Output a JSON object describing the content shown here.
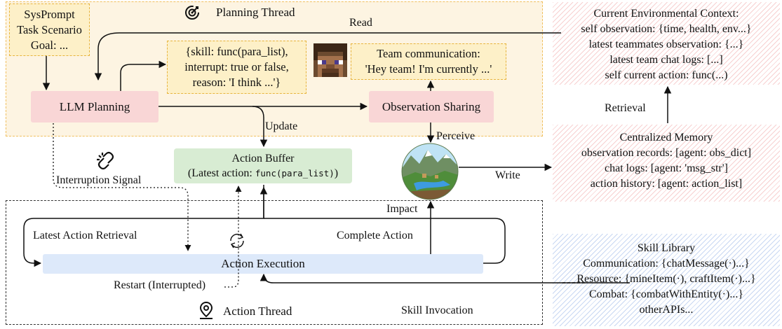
{
  "planning_thread": {
    "title": "Planning Thread",
    "icon": "target-refresh-icon"
  },
  "action_thread": {
    "title": "Action Thread",
    "icon": "location-pin-icon"
  },
  "sysprompt": {
    "lines": [
      "SysPrompt",
      "Task Scenario",
      "Goal: ..."
    ]
  },
  "decision": {
    "lines": [
      "{skill: func(para_list),",
      "interrupt: true or false,",
      "reason: 'I think ...'}"
    ]
  },
  "team_comm": {
    "lines": [
      "Team communication:",
      "'Hey team! I'm currently ...'"
    ]
  },
  "llm_planning": {
    "label": "LLM Planning"
  },
  "obs_sharing": {
    "label": "Observation Sharing"
  },
  "action_buffer": {
    "title": "Action Buffer",
    "prefix": "(Latest action: ",
    "code": "func(para_list)",
    "suffix": ")"
  },
  "action_execution": {
    "label": "Action Execution"
  },
  "env_context": {
    "lines": [
      "Current Environmental Context:",
      "self observation: {time, health, env...}",
      "latest teammates observation: {...}",
      "latest team chat logs: [...]",
      "self current action: func(...)"
    ]
  },
  "central_memory": {
    "lines": [
      "Centralized Memory",
      "observation records: [agent: obs_dict]",
      "chat logs: [agent: 'msg_str']",
      "action history: [agent: action_list]"
    ]
  },
  "skill_library": {
    "lines": [
      "Skill Library",
      "Communication: {chatMessage(·)...}",
      "Resource: {mineItem(·), craftItem(·)...}",
      "Combat: {combatWithEntity(·)...}",
      "otherAPIs..."
    ]
  },
  "labels": {
    "read": "Read",
    "update": "Update",
    "perceive": "Perceive",
    "write": "Write",
    "retrieval": "Retrieval",
    "interruption_signal": "Interruption Signal",
    "impact": "Impact",
    "latest_action_retrieval": "Latest Action Retrieval",
    "complete_action": "Complete Action",
    "restart": "Restart (Interrupted)",
    "skill_invocation": "Skill Invocation"
  },
  "icons": {
    "agent_head": "minecraft-steve-head-icon",
    "world": "minecraft-world-landscape-icon",
    "broken_link": "broken-link-icon",
    "cycle": "cycle-icon"
  },
  "colors": {
    "planning_bg": "#fdf4e2",
    "note_bg": "#fdf0c8",
    "pink": "#f9d6d6",
    "green": "#d8ecd3",
    "blue": "#dde9fa"
  }
}
